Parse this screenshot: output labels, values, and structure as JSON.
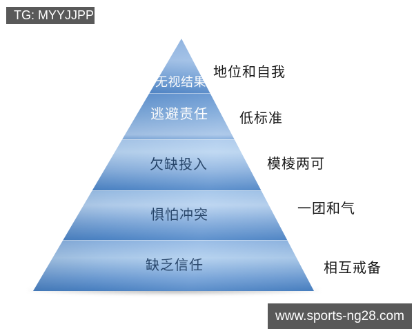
{
  "page": {
    "background": "#ffffff"
  },
  "badges": {
    "telegram": {
      "text": "TG: MYYJJPP",
      "bg": "#595959",
      "fg": "#ffffff"
    },
    "website": {
      "text": "www.sports-ng28.com",
      "bg": "#595959",
      "fg": "#ffffff"
    }
  },
  "chart_data": {
    "type": "pyramid",
    "levels": [
      {
        "rank": 1,
        "label": "无视结果",
        "side_label": "地位和自我",
        "label_color": "#ffffff"
      },
      {
        "rank": 2,
        "label": "逃避责任",
        "side_label": "低标准",
        "label_color": "#ffffff"
      },
      {
        "rank": 3,
        "label": "欠缺投入",
        "side_label": "模棱两可",
        "label_color": "#17375e"
      },
      {
        "rank": 4,
        "label": "惧怕冲突",
        "side_label": "一团和气",
        "label_color": "#17375e"
      },
      {
        "rank": 5,
        "label": "缺乏信任",
        "side_label": "相互戒备",
        "label_color": "#17375e"
      }
    ],
    "palette": {
      "light_blue": "#b7d2f0",
      "mid_blue": "#7fa9db",
      "dark_blue": "#4a82c4"
    },
    "side_label_color": "#1a1a1a",
    "legend_position": "right",
    "layout": "apex-top"
  }
}
